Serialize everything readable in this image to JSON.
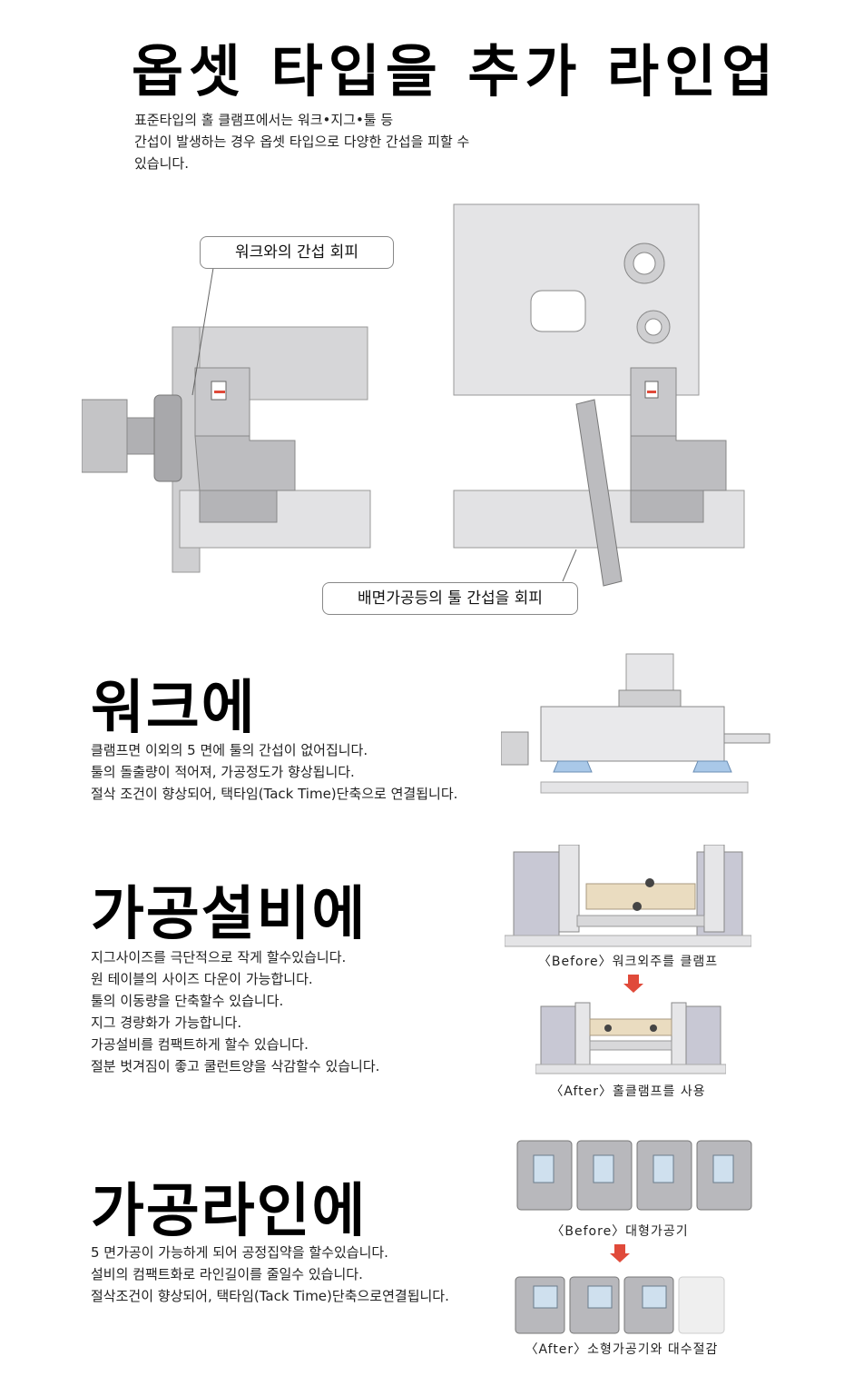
{
  "header": {
    "title": "옵셋 타입을 추가 라인업",
    "intro": [
      "표준타입의 홀 클램프에서는 워크•지그•툴 등",
      "간섭이 발생하는 경우 옵셋 타입으로 다양한 간섭을 피할 수",
      "있습니다."
    ]
  },
  "diagram": {
    "callout_work": "워크와의 간섭 회피",
    "callout_tool": "배면가공등의 툴 간섭을 회피"
  },
  "section_work": {
    "title": "워크에",
    "lines": [
      "클램프면 이외의 5 면에 툴의 간섭이 없어집니다.",
      "툴의 돌출량이 적어져, 가공정도가 향상됩니다.",
      "절삭 조건이 향상되어, 택타임(Tack Time)단축으로 연결됩니다."
    ]
  },
  "section_equip": {
    "title": "가공설비에",
    "lines": [
      "지그사이즈를 극단적으로 작게 할수있습니다.",
      "원 테이블의 사이즈 다운이 가능합니다.",
      "툴의 이동량을 단축할수 있습니다.",
      "지그 경량화가 가능합니다.",
      "가공설비를 컴팩트하게 할수 있습니다.",
      "절분 벗겨짐이 좋고 쿨런트양을 삭감할수 있습니다."
    ],
    "before_caption": "〈Before〉워크외주를 클램프",
    "after_caption": "〈After〉홀클램프를 사용"
  },
  "section_line": {
    "title": "가공라인에",
    "lines": [
      "5 면가공이 가능하게 되어 공정집약을 할수있습니다.",
      "설비의 컴팩트화로 라인길이를 줄일수 있습니다.",
      "절삭조건이 향상되어, 택타임(Tack Time)단축으로연결됩니다."
    ],
    "before_caption": "〈Before〉대형가공기",
    "after_caption": "〈After〉소형가공기와 대수절감"
  },
  "colors": {
    "accent_arrow": "#e04a3a",
    "machine_gray": "#b8b8bc",
    "clamp_blue": "#a9c8e8",
    "work_beige": "#eadcc0"
  }
}
